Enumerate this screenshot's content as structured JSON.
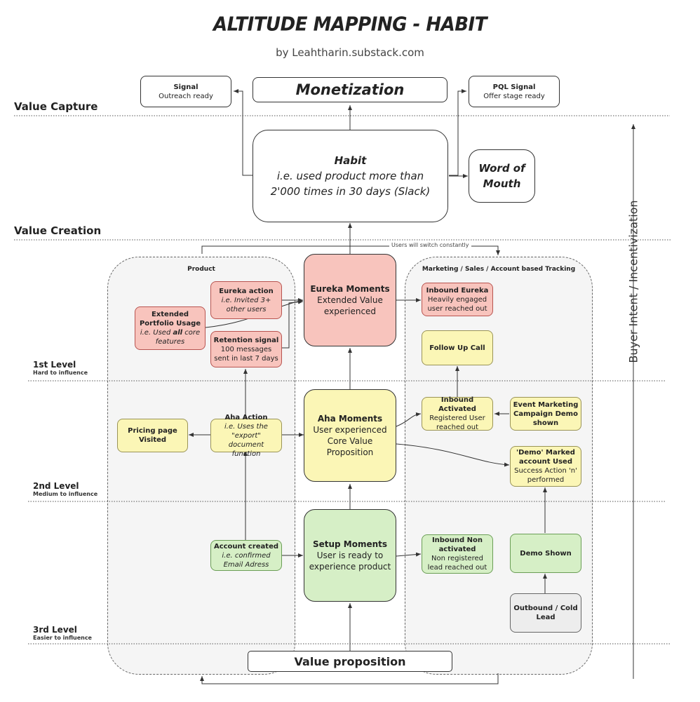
{
  "header": {
    "title": "ALTITUDE MAPPING - HABIT",
    "subtitle": "by Leahtharin.substack.com"
  },
  "zones": {
    "value_capture": "Value Capture",
    "value_creation": "Value Creation"
  },
  "levels": [
    {
      "name": "1st Level",
      "note": "Hard to influence"
    },
    {
      "name": "2nd Level",
      "note": "Medium to influence"
    },
    {
      "name": "3rd Level",
      "note": "Easier to influence"
    }
  ],
  "side_label": "Buyer Intent / Incentivization",
  "top": {
    "signal_title": "Signal",
    "signal_text": "Outreach ready",
    "monetization": "Monetization",
    "pql_title": "PQL Signal",
    "pql_text": "Offer stage ready",
    "habit_title": "Habit",
    "habit_text": "i.e. used product more than 2'000 times in 30 days (Slack)",
    "word_of_mouth": "Word of Mouth"
  },
  "switch_note": "Users will switch constantly",
  "regions": {
    "product": "Product",
    "marketing": "Marketing / Sales / Account based Tracking"
  },
  "product": {
    "eureka_action_title": "Eureka action",
    "eureka_action_text": "i.e. Invited 3+ other users",
    "extended_title": "Extended Portfolio Usage",
    "extended_text_pre": "i.e. Used ",
    "extended_text_bold": "all",
    "extended_text_post": " core features",
    "retention_title": "Retention signal",
    "retention_text": "100 messages sent in last 7 days",
    "pricing": "Pricing page Visited",
    "aha_action_title": "Aha Action",
    "aha_action_text": "i.e. Uses the \"export\" document function",
    "account_title": "Account created",
    "account_text": "i.e. confirmed Email Adress"
  },
  "moments": {
    "eureka_title": "Eureka Moments",
    "eureka_text": "Extended Value experienced",
    "aha_title": "Aha Moments",
    "aha_text": "User experienced Core Value Proposition",
    "setup_title": "Setup Moments",
    "setup_text": "User is ready to experience product",
    "value_prop": "Value proposition"
  },
  "marketing": {
    "inbound_eureka_title": "Inbound Eureka",
    "inbound_eureka_text": "Heavily engaged user reached out",
    "follow_up": "Follow Up Call",
    "inbound_activated_title": "Inbound Activated",
    "inbound_activated_text": "Registered User reached out",
    "event_marketing": "Event Marketing Campaign Demo shown",
    "demo_marked_title": "'Demo' Marked account Used",
    "demo_marked_text": "Success Action 'n' performed",
    "inbound_non_title": "Inbound Non activated",
    "inbound_non_text": "Non registered lead reached out",
    "demo_shown": "Demo Shown",
    "outbound": "Outbound / Cold Lead"
  },
  "colors": {
    "pink": "#f8c4bd",
    "yellow": "#fbf6b6",
    "green": "#d6efc6",
    "grey": "#ededed",
    "region": "#f5f5f5"
  }
}
